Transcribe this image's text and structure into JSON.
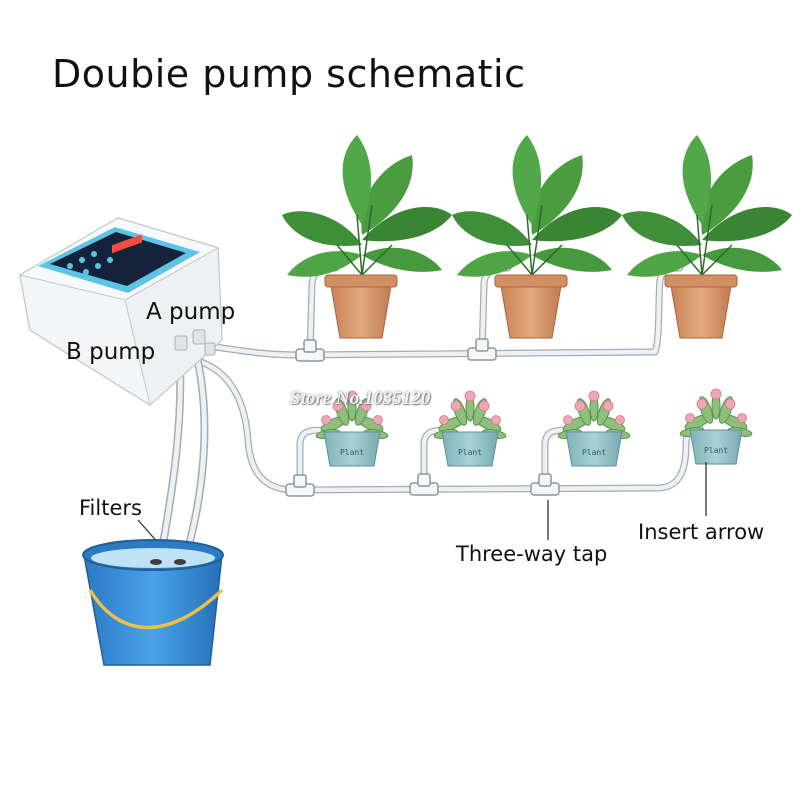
{
  "title": "Doubie pump schematic",
  "labels": {
    "a_pump": "A pump",
    "b_pump": "B pump",
    "filters": "Filters",
    "three_way_tap": "Three-way tap",
    "insert_arrow": "Insert arrow"
  },
  "watermark": "Store No.1035120",
  "colors": {
    "tube": "#e6e9ec",
    "tube_edge": "#9aa3aa",
    "pump_body": "#f2f4f5",
    "pump_panel": "#14233a",
    "pump_accent": "#5ec4e6",
    "monstera_leaf": "#3f8f3a",
    "terracotta_pot": "#d99a6c",
    "succulent_pot": "#8fc1c5",
    "bucket": "#3a8fd8",
    "handle": "#e8c04a"
  },
  "pot_text": "Plant"
}
